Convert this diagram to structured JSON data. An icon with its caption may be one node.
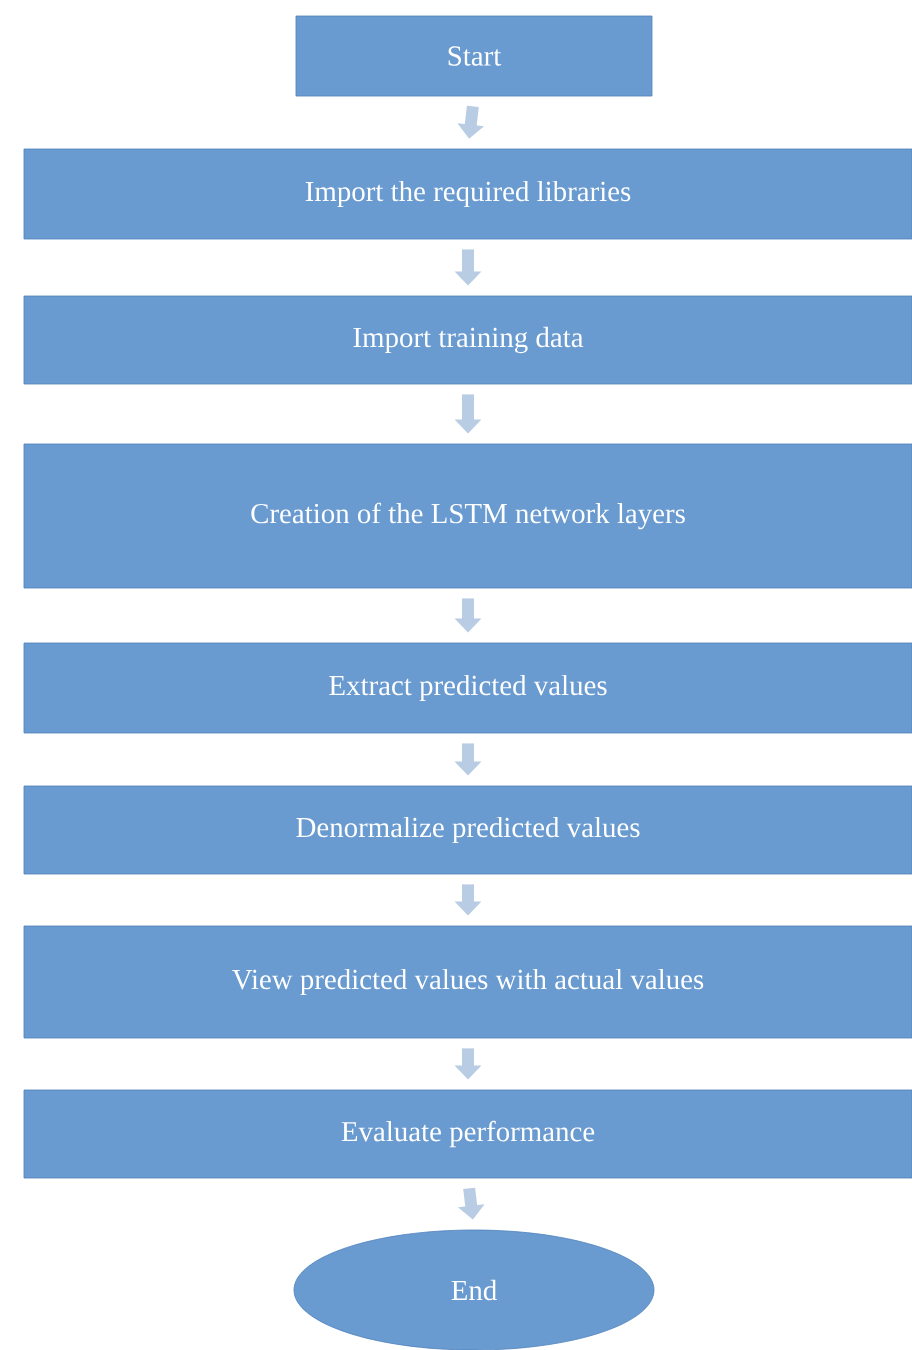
{
  "diagram": {
    "nodes": [
      {
        "text": [
          "Start"
        ]
      },
      {
        "text": [
          "Import the required libraries"
        ]
      },
      {
        "text": [
          "Import training data"
        ]
      },
      {
        "text": [
          "Creation of the LSTM network layers"
        ]
      },
      {
        "text": [
          "Extract predicted values"
        ]
      },
      {
        "text": [
          "Denormalize predicted values"
        ]
      },
      {
        "text": [
          "View predicted values with actual values"
        ]
      },
      {
        "text": [
          "Evaluate performance"
        ]
      },
      {
        "text": [
          "End"
        ]
      }
    ],
    "edges": [
      {
        "from": 0,
        "to": 1,
        "arrow": "to"
      },
      {
        "from": 1,
        "to": 2,
        "arrow": "to"
      },
      {
        "from": 2,
        "to": 3,
        "arrow": "to"
      },
      {
        "from": 3,
        "to": 4,
        "arrow": "to"
      },
      {
        "from": 4,
        "to": 5,
        "arrow": "to"
      },
      {
        "from": 5,
        "to": 6,
        "arrow": "to"
      },
      {
        "from": 6,
        "to": 7,
        "arrow": "to"
      },
      {
        "from": 7,
        "to": 8,
        "arrow": "to"
      }
    ]
  }
}
